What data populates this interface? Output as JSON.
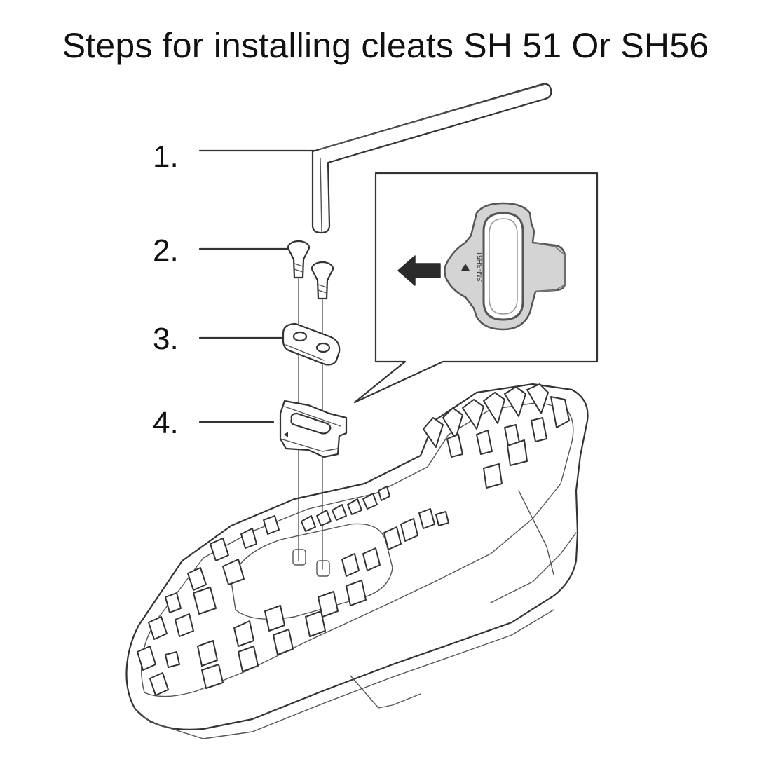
{
  "title": "Steps for installing cleats SH 51 Or SH56",
  "steps": [
    {
      "label": "1."
    },
    {
      "label": "2."
    },
    {
      "label": "3."
    },
    {
      "label": "4."
    }
  ],
  "cleat_marking": "SM-SH51",
  "colors": {
    "line": "#333333",
    "cleat_fill": "#d4d4d4",
    "arrow": "#2b2b2b"
  }
}
